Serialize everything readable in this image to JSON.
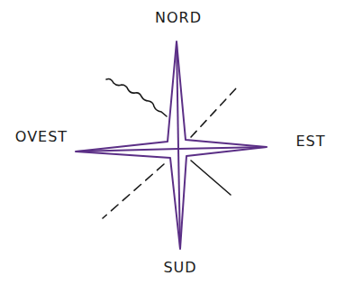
{
  "diagram": {
    "labels": [
      "NORD",
      "OVEST",
      "EST",
      "SUD"
    ]
  }
}
